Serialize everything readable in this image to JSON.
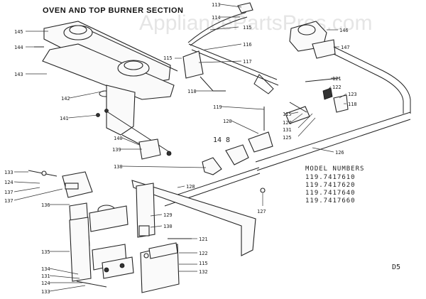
{
  "title": "OVEN AND TOP BURNER SECTION",
  "watermark": "AppliancePartsPros.com",
  "model_numbers": {
    "heading": "MODEL NUMBERS",
    "items": [
      "119.7417610",
      "119.7417620",
      "119.7417640",
      "119.7417660"
    ]
  },
  "sheet_id": "D5",
  "part_labels": {
    "p113": "113",
    "p114": "114",
    "p115a": "115",
    "p116": "116",
    "p117": "117",
    "p118a": "118",
    "p118b": "118",
    "p119": "119",
    "p120": "120",
    "p121a": "121",
    "p122a": "122",
    "p123": "123",
    "p124a": "124",
    "p125": "125",
    "p126": "126",
    "p127": "127",
    "p128": "128",
    "p129": "129",
    "p130": "130",
    "p121b": "121",
    "p122b": "122",
    "p115b": "115",
    "p132": "132",
    "p131a": "131",
    "p115c": "115",
    "p133a": "133",
    "p124b": "124",
    "p137a": "137",
    "p137b": "137",
    "p136": "136",
    "p135": "135",
    "p134": "134",
    "p131b": "131",
    "p124c": "124",
    "p133b": "133",
    "p138": "138",
    "p139": "139",
    "p140": "140",
    "p141": "141",
    "p142": "142",
    "p143": "143",
    "p144": "144",
    "p145": "145",
    "p146": "146",
    "p147": "147",
    "p148": "14 8"
  }
}
